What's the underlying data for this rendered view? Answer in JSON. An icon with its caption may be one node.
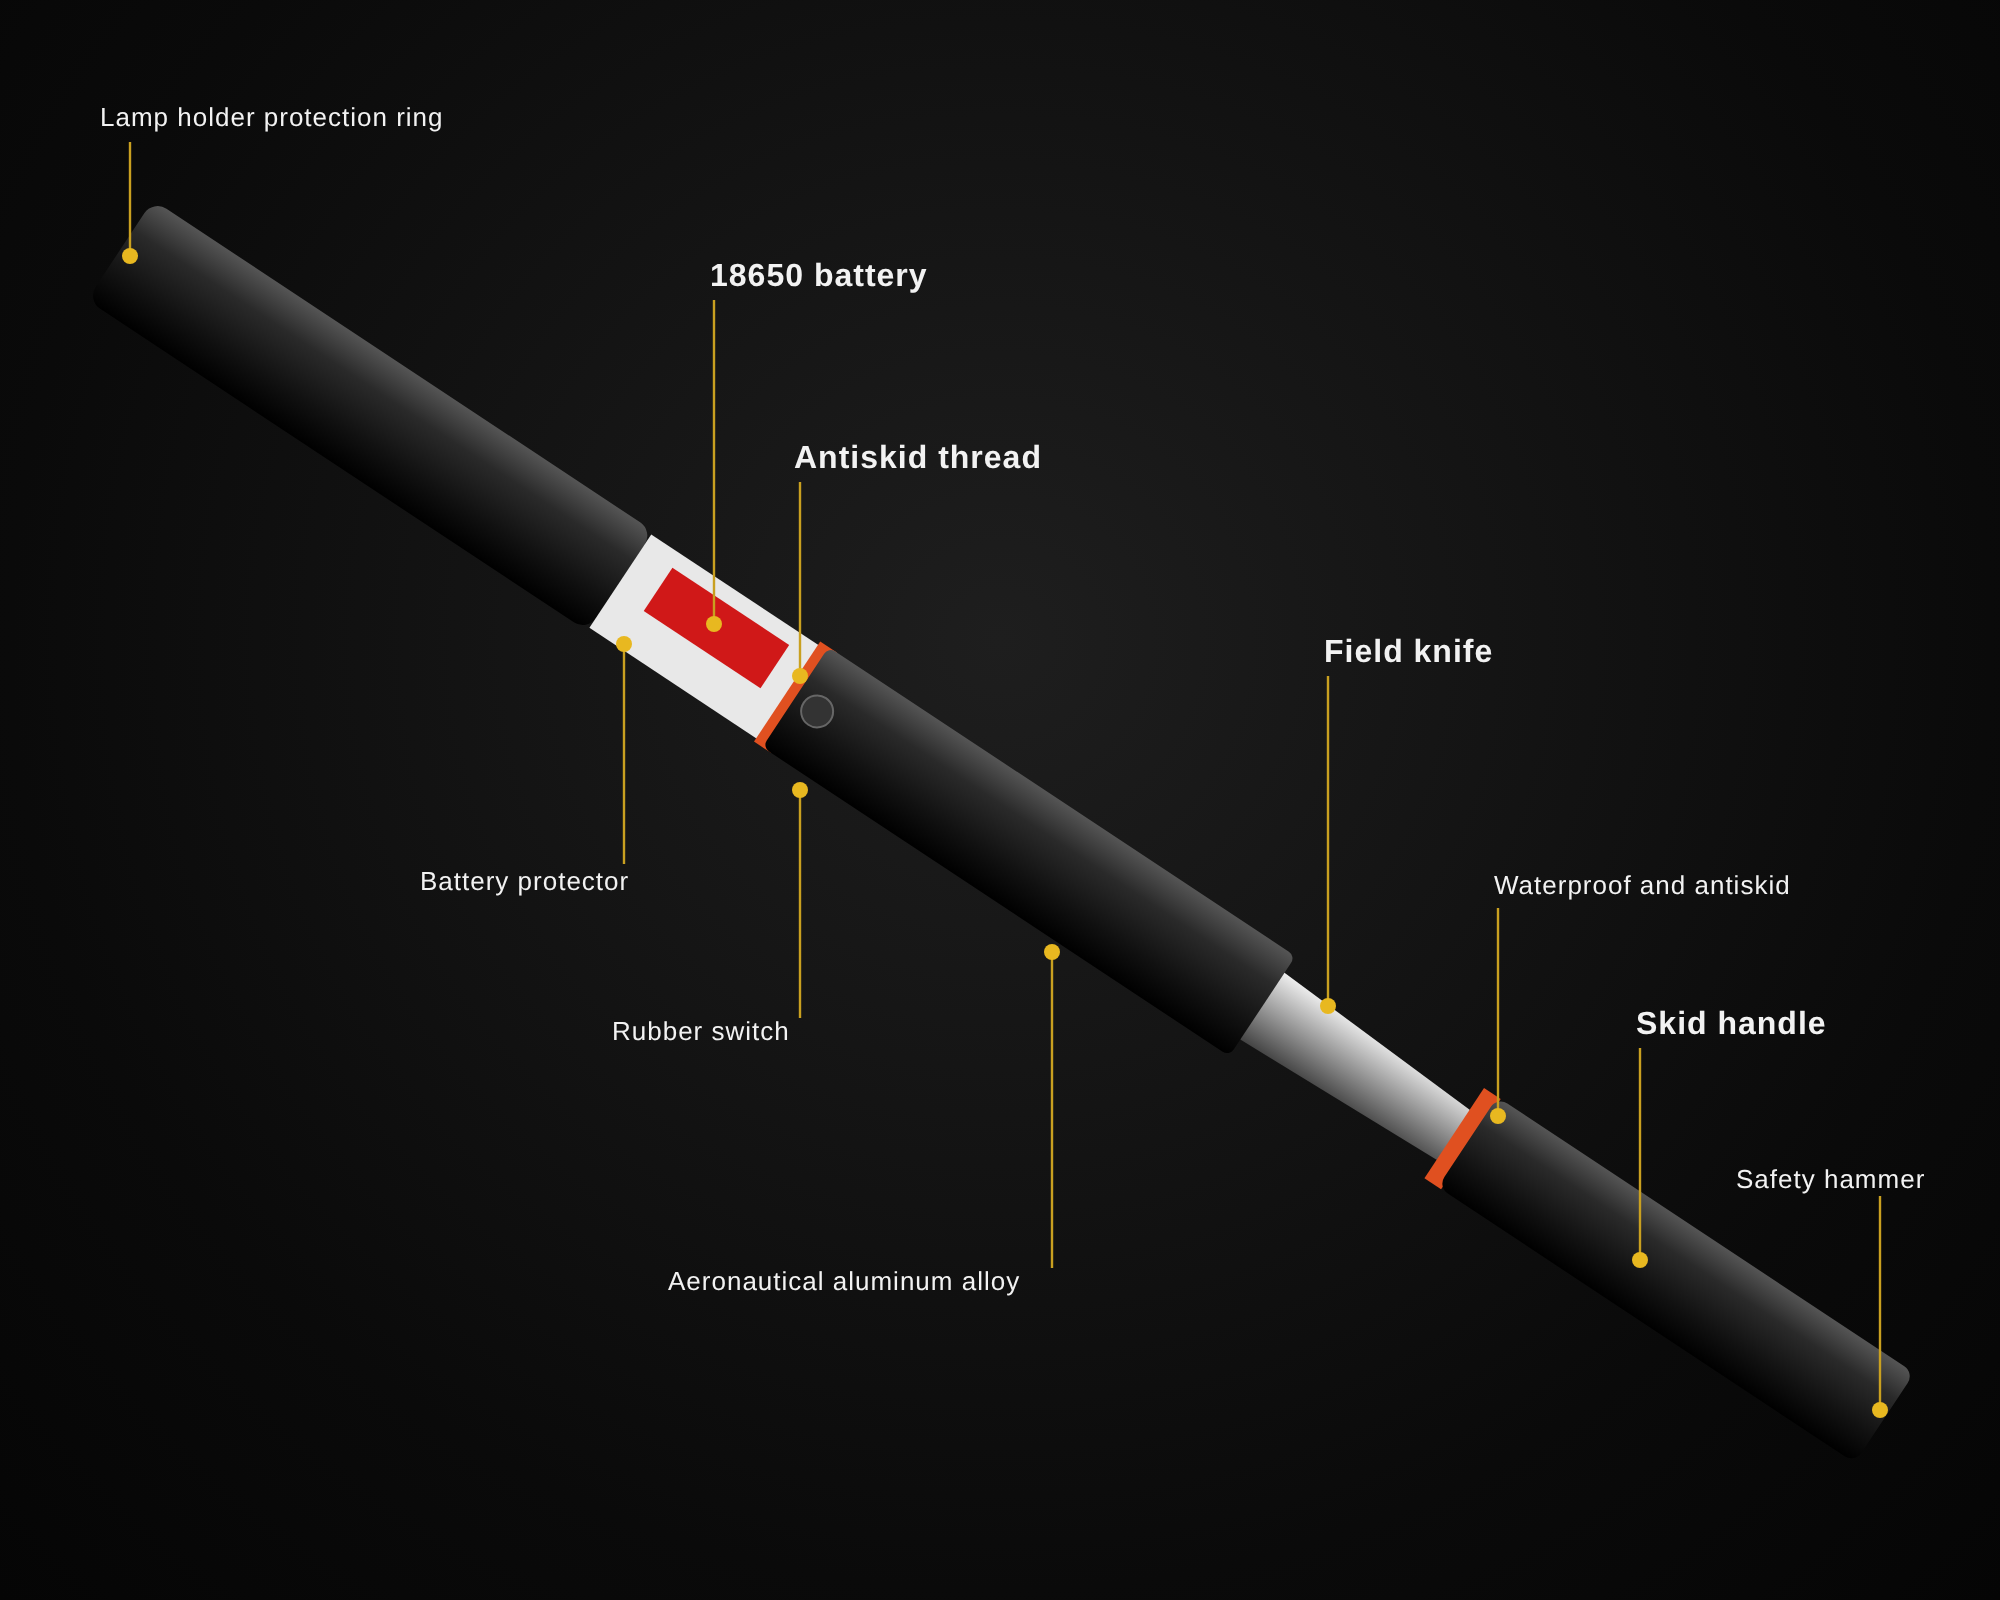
{
  "diagram": {
    "nodes": [
      {
        "text": [
          "Lamp holder protection ring"
        ]
      },
      {
        "text": [
          "18650 battery"
        ]
      },
      {
        "text": [
          "Antiskid thread"
        ]
      },
      {
        "text": [
          "Battery protector"
        ]
      },
      {
        "text": [
          "Rubber switch"
        ]
      },
      {
        "text": [
          "Field knife"
        ]
      },
      {
        "text": [
          "Aeronautical aluminum alloy"
        ]
      },
      {
        "text": [
          "Waterproof and antiskid"
        ]
      },
      {
        "text": [
          "Skid handle"
        ]
      },
      {
        "text": [
          "Safety hammer"
        ]
      }
    ],
    "edges": [
      {
        "from": 0,
        "to": null,
        "arrow": "other"
      },
      {
        "from": 1,
        "to": null,
        "arrow": "other"
      },
      {
        "from": 2,
        "to": null,
        "arrow": "other"
      },
      {
        "from": 3,
        "to": null,
        "arrow": "other"
      },
      {
        "from": 4,
        "to": null,
        "arrow": "other"
      },
      {
        "from": 5,
        "to": null,
        "arrow": "other"
      },
      {
        "from": 6,
        "to": null,
        "arrow": "other"
      },
      {
        "from": 7,
        "to": null,
        "arrow": "other"
      },
      {
        "from": 8,
        "to": null,
        "arrow": "other"
      },
      {
        "from": 9,
        "to": null,
        "arrow": "other"
      }
    ]
  }
}
